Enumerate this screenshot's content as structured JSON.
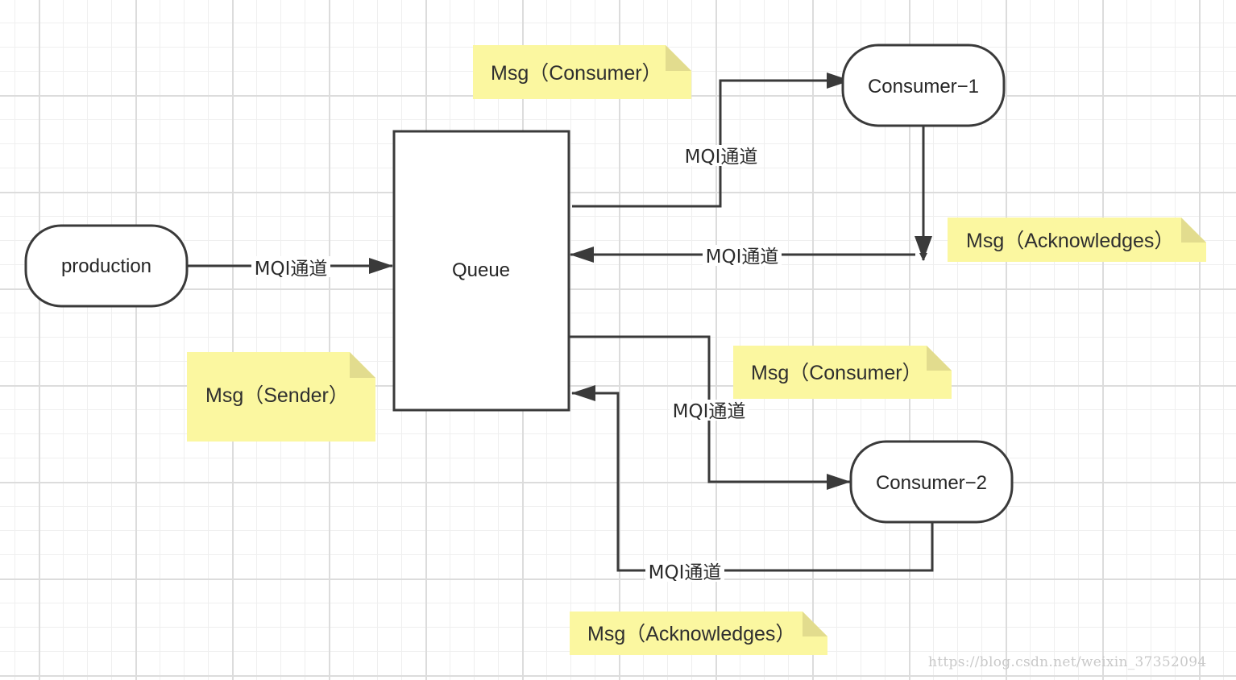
{
  "nodes": {
    "production": "production",
    "queue": "Queue",
    "consumer1": "Consumer−1",
    "consumer2": "Consumer−2"
  },
  "edges": {
    "production_to_queue": "MQI通道",
    "queue_to_consumer1": "MQI通道",
    "consumer1_to_queue": "MQI通道",
    "queue_to_consumer2": "MQI通道",
    "consumer2_to_queue": "MQI通道"
  },
  "notes": {
    "sender": "Msg（Sender）",
    "consumer_top": "Msg（Consumer）",
    "ack_top": "Msg（Acknowledges）",
    "consumer_mid": "Msg（Consumer）",
    "ack_bottom": "Msg（Acknowledges）"
  },
  "watermark": "https://blog.csdn.net/weixin_37352094",
  "colors": {
    "note_fill": "#fbf7a0",
    "note_fold": "#e2dc8e",
    "stroke": "#3a3a3a",
    "grid": "#dcdcdc"
  }
}
